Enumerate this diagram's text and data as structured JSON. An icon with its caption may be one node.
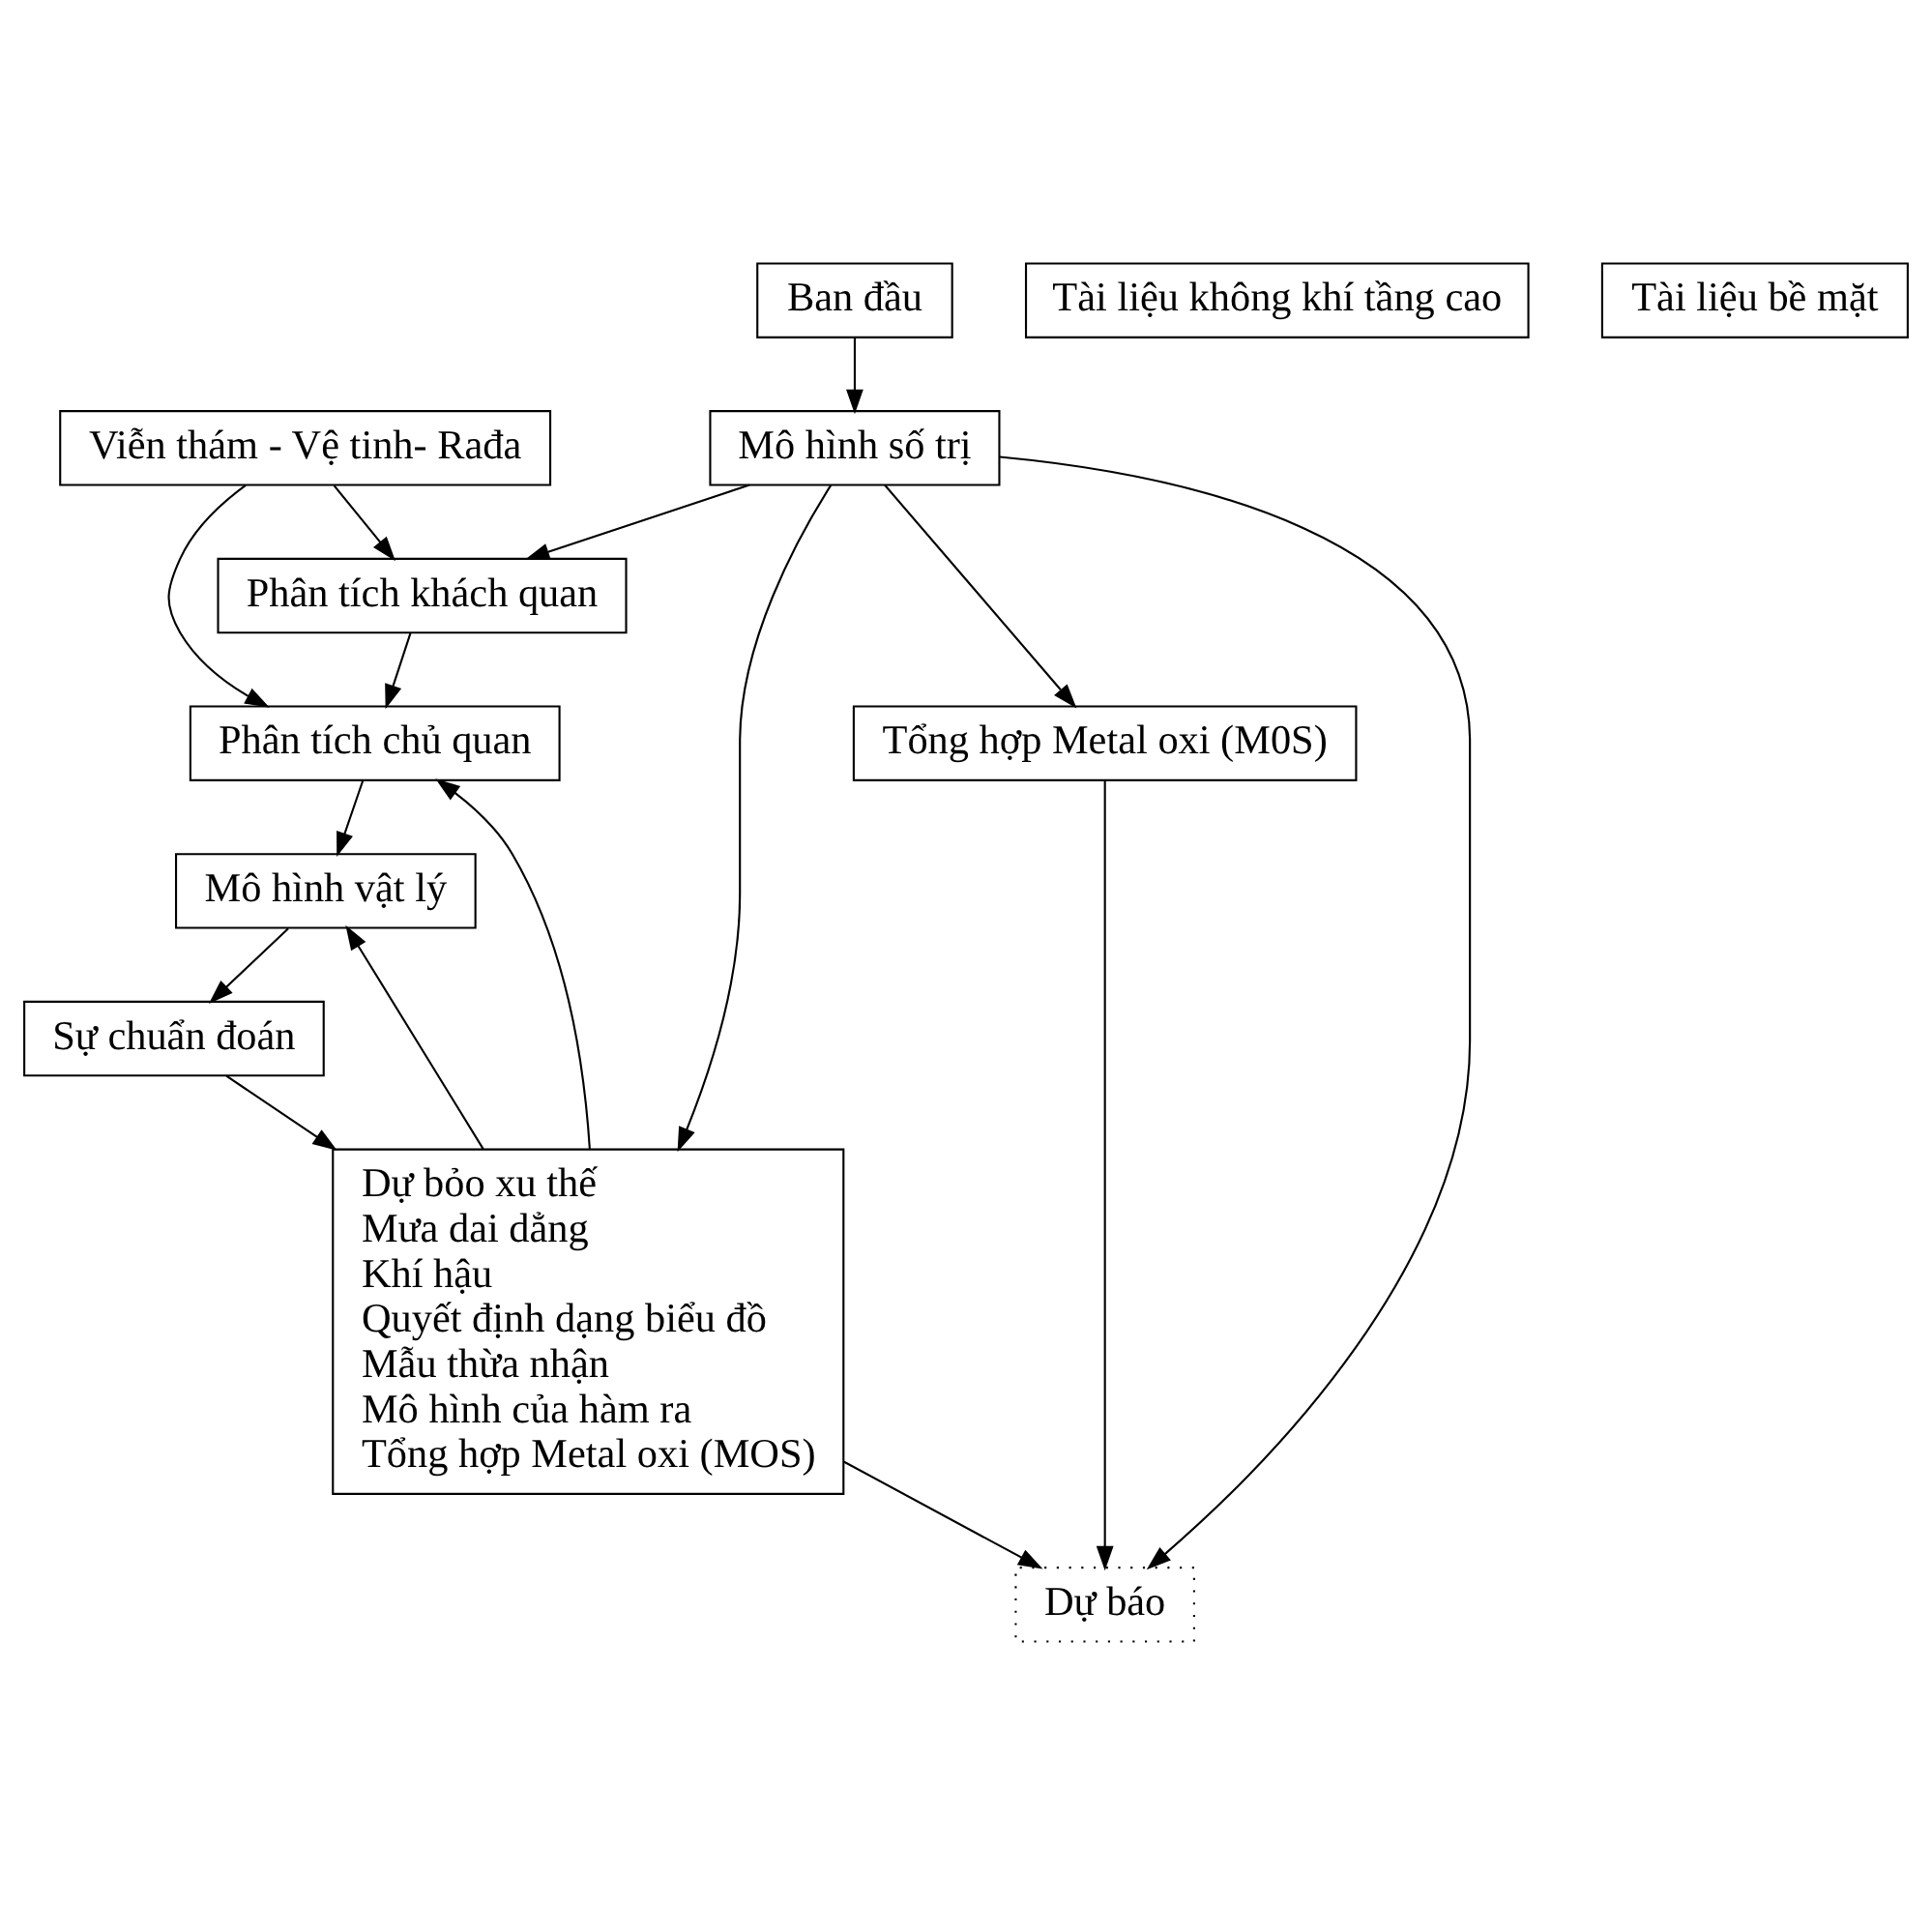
{
  "diagram": {
    "nodes": [
      {
        "text": [
          "Viễn thám - Vệ tinh- Rađa"
        ]
      },
      {
        "text": [
          "Tài liệu không khí tầng cao"
        ]
      },
      {
        "text": [
          "Tài liệu bề mặt"
        ]
      },
      {
        "text": [
          "Phân tích chủ quan"
        ]
      },
      {
        "text": [
          "Phân tích khách quan"
        ]
      },
      {
        "text": [
          "Mô hình vật lý"
        ]
      },
      {
        "text": [
          "Ban đầu"
        ]
      },
      {
        "text": [
          "Sự chuẩn đoán"
        ]
      },
      {
        "text": [
          "Mô hình số trị"
        ]
      },
      {
        "text": [
          "Dự bỏo xu thế",
          "Mưa dai dẳng",
          "Khí hậu",
          "Quyết định dạng biểu đồ",
          "Mẫu thừa nhận",
          "Mô hình của hàm ra",
          "Tổng hợp Metal oxi (MOS)"
        ]
      },
      {
        "text": [
          "Tổng hợp Metal oxi (M0S)"
        ]
      },
      {
        "text": [
          "Dự báo"
        ]
      }
    ],
    "edges": [
      {
        "from": 0,
        "to": 3,
        "arrow": "to"
      },
      {
        "from": 0,
        "to": 4,
        "arrow": "to"
      },
      {
        "from": 4,
        "to": 3,
        "arrow": "to"
      },
      {
        "from": 9,
        "to": 3,
        "arrow": "to"
      },
      {
        "from": 9,
        "to": 5,
        "arrow": "to"
      },
      {
        "from": 8,
        "to": 4,
        "arrow": "to"
      },
      {
        "from": 3,
        "to": 5,
        "arrow": "to"
      },
      {
        "from": 5,
        "to": 7,
        "arrow": "to"
      },
      {
        "from": 7,
        "to": 9,
        "arrow": "to"
      },
      {
        "from": 6,
        "to": 8,
        "arrow": "to"
      },
      {
        "from": 8,
        "to": 10,
        "arrow": "to"
      },
      {
        "from": 8,
        "to": 9,
        "arrow": "to"
      },
      {
        "from": 8,
        "to": 11,
        "arrow": "to"
      },
      {
        "from": 10,
        "to": 11,
        "arrow": "to"
      },
      {
        "from": 9,
        "to": 11,
        "arrow": "to"
      }
    ]
  }
}
